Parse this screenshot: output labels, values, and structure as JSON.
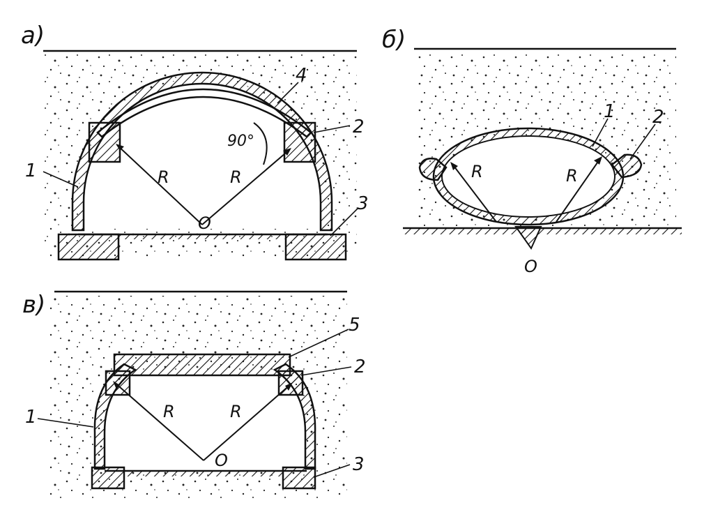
{
  "panels": {
    "a": {
      "label": "a)",
      "callouts": {
        "c1": "1",
        "c2": "2",
        "c3": "3",
        "c4": "4"
      },
      "radius_left": "R",
      "radius_right": "R",
      "center": "O",
      "angle": "90°"
    },
    "b": {
      "label": "б)",
      "callouts": {
        "c1": "1",
        "c2": "2"
      },
      "radius_left": "R",
      "radius_right": "R",
      "center": "O"
    },
    "c": {
      "label": "в)",
      "callouts": {
        "c1": "1",
        "c2": "2",
        "c3": "3",
        "c5": "5"
      },
      "radius_left": "R",
      "radius_right": "R",
      "center": "O"
    }
  },
  "colors": {
    "ink": "#111111",
    "paper": "#ffffff"
  }
}
